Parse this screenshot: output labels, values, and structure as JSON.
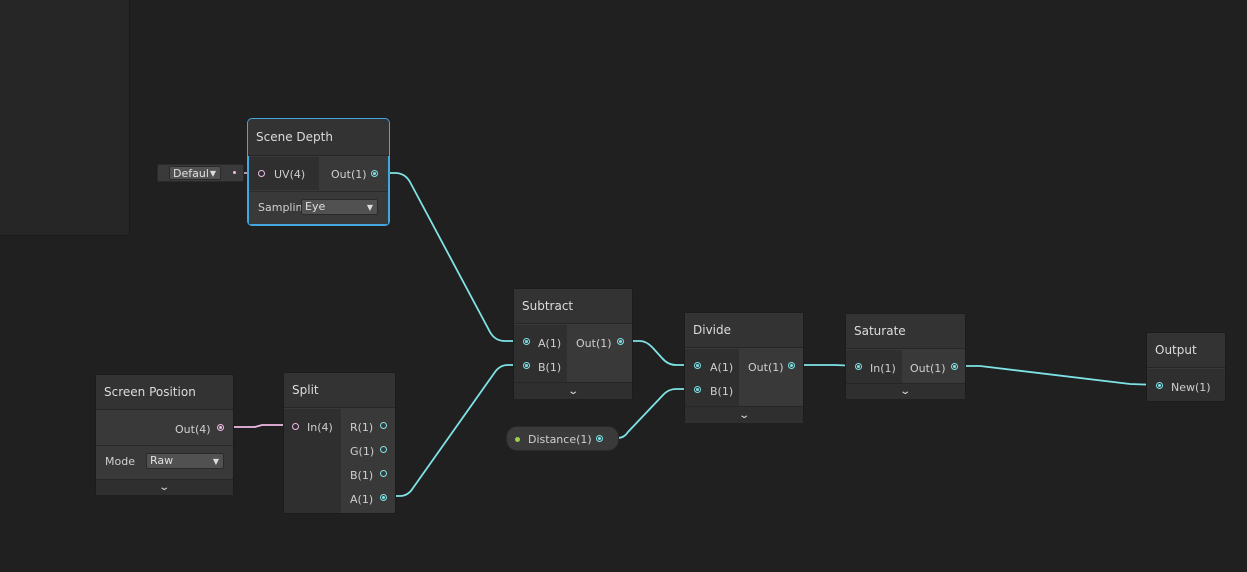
{
  "colors": {
    "background": "#202020",
    "node": "#393939",
    "wire_float": "#7fe3e6",
    "wire_vector": "#f0b9e5",
    "selection": "#44a7e0",
    "property_dot": "#9ad04a"
  },
  "inline_input": {
    "dropdown_value": "Defaul"
  },
  "nodes": {
    "scene_depth": {
      "title": "Scene Depth",
      "input": "UV(4)",
      "output": "Out(1)",
      "sampling_label": "Samplin",
      "sampling_value": "Eye"
    },
    "screen_position": {
      "title": "Screen Position",
      "output": "Out(4)",
      "mode_label": "Mode",
      "mode_value": "Raw"
    },
    "split": {
      "title": "Split",
      "input": "In(4)",
      "outputs": [
        "R(1)",
        "G(1)",
        "B(1)",
        "A(1)"
      ]
    },
    "subtract": {
      "title": "Subtract",
      "inputs": [
        "A(1)",
        "B(1)"
      ],
      "output": "Out(1)"
    },
    "distance": {
      "label": "Distance(1)"
    },
    "divide": {
      "title": "Divide",
      "inputs": [
        "A(1)",
        "B(1)"
      ],
      "output": "Out(1)"
    },
    "saturate": {
      "title": "Saturate",
      "input": "In(1)",
      "output": "Out(1)"
    },
    "output": {
      "title": "Output",
      "input": "New(1)"
    }
  },
  "icons": {
    "expand": "chevron-down-icon",
    "dropdown": "triangle-down-icon"
  }
}
